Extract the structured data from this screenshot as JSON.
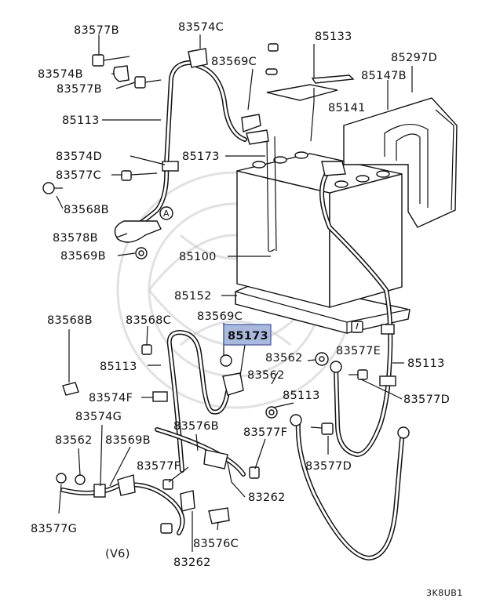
{
  "diagram": {
    "highlighted_part": "85173",
    "variant_note": "(V6)",
    "figure_code": "3K8UB1",
    "callout_letter": "A",
    "labels": {
      "l83577B_top": "83577B",
      "l83574C": "83574C",
      "l85133": "85133",
      "l85297D": "85297D",
      "l83574B": "83574B",
      "l83569C_top": "83569C",
      "l85147B": "85147B",
      "l83577B_mid": "83577B",
      "l85141": "85141",
      "l85113_top": "85113",
      "l85173_top": "85173",
      "l83574D": "83574D",
      "l83577C": "83577C",
      "l83568B": "83568B",
      "l83578B": "83578B",
      "l83569B_top": "83569B",
      "l85100": "85100",
      "l85152": "85152",
      "l83568B_low": "83568B",
      "l83568C": "83568C",
      "l83569C_low": "83569C",
      "l85173_hl": "85173",
      "l83562_a": "83562",
      "l83577E": "83577E",
      "l85113_right": "85113",
      "l85113_mid": "85113",
      "l83562_b": "83562",
      "l83574F": "83574F",
      "l85113_low": "85113",
      "l83577D_a": "83577D",
      "l83574G": "83574G",
      "l83576B": "83576B",
      "l83577F_a": "83577F",
      "l83562_c": "83562",
      "l83569B_low": "83569B",
      "l83577F_b": "83577F",
      "l83577D_b": "83577D",
      "l83262_a": "83262",
      "l83577G": "83577G",
      "l83576C": "83576C",
      "l83262_b": "83262"
    }
  }
}
